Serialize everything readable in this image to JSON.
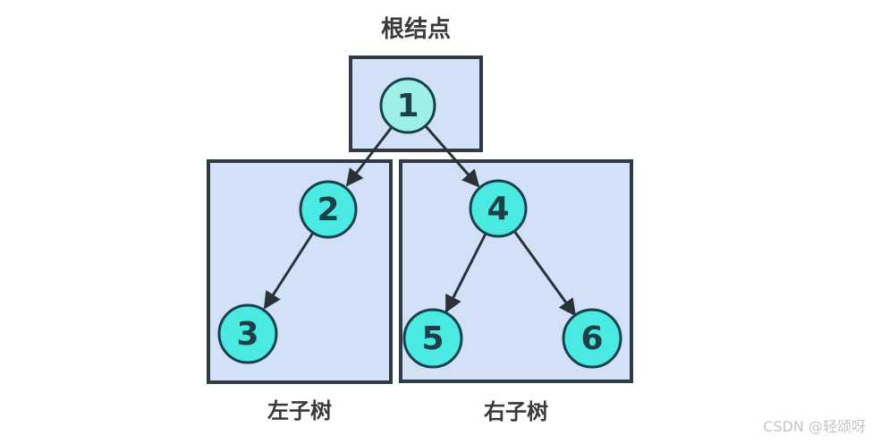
{
  "title": "根结点",
  "subtree_labels": {
    "left": "左子树",
    "right": "右子树"
  },
  "watermark": "CSDN @轻颂呀",
  "nodes": [
    {
      "label": "1",
      "role": "root"
    },
    {
      "label": "2",
      "role": "left-child"
    },
    {
      "label": "3",
      "role": "left-leaf"
    },
    {
      "label": "4",
      "role": "right-child"
    },
    {
      "label": "5",
      "role": "right-leaf"
    },
    {
      "label": "6",
      "role": "right-leaf"
    }
  ],
  "edges": [
    {
      "from": "1",
      "to": "2"
    },
    {
      "from": "1",
      "to": "4"
    },
    {
      "from": "2",
      "to": "3"
    },
    {
      "from": "4",
      "to": "5"
    },
    {
      "from": "4",
      "to": "6"
    }
  ],
  "colors": {
    "box_fill": "#d2e1f7",
    "box_border": "#2e3b44",
    "root_node_fill": "#9eefe5",
    "node_fill": "#4ae9e2",
    "node_border": "#17424b",
    "arrow": "#2a3137",
    "title_text": "#3a3a3a",
    "label_text": "#3a3a3a",
    "watermark_text": "#c3c3c3"
  }
}
